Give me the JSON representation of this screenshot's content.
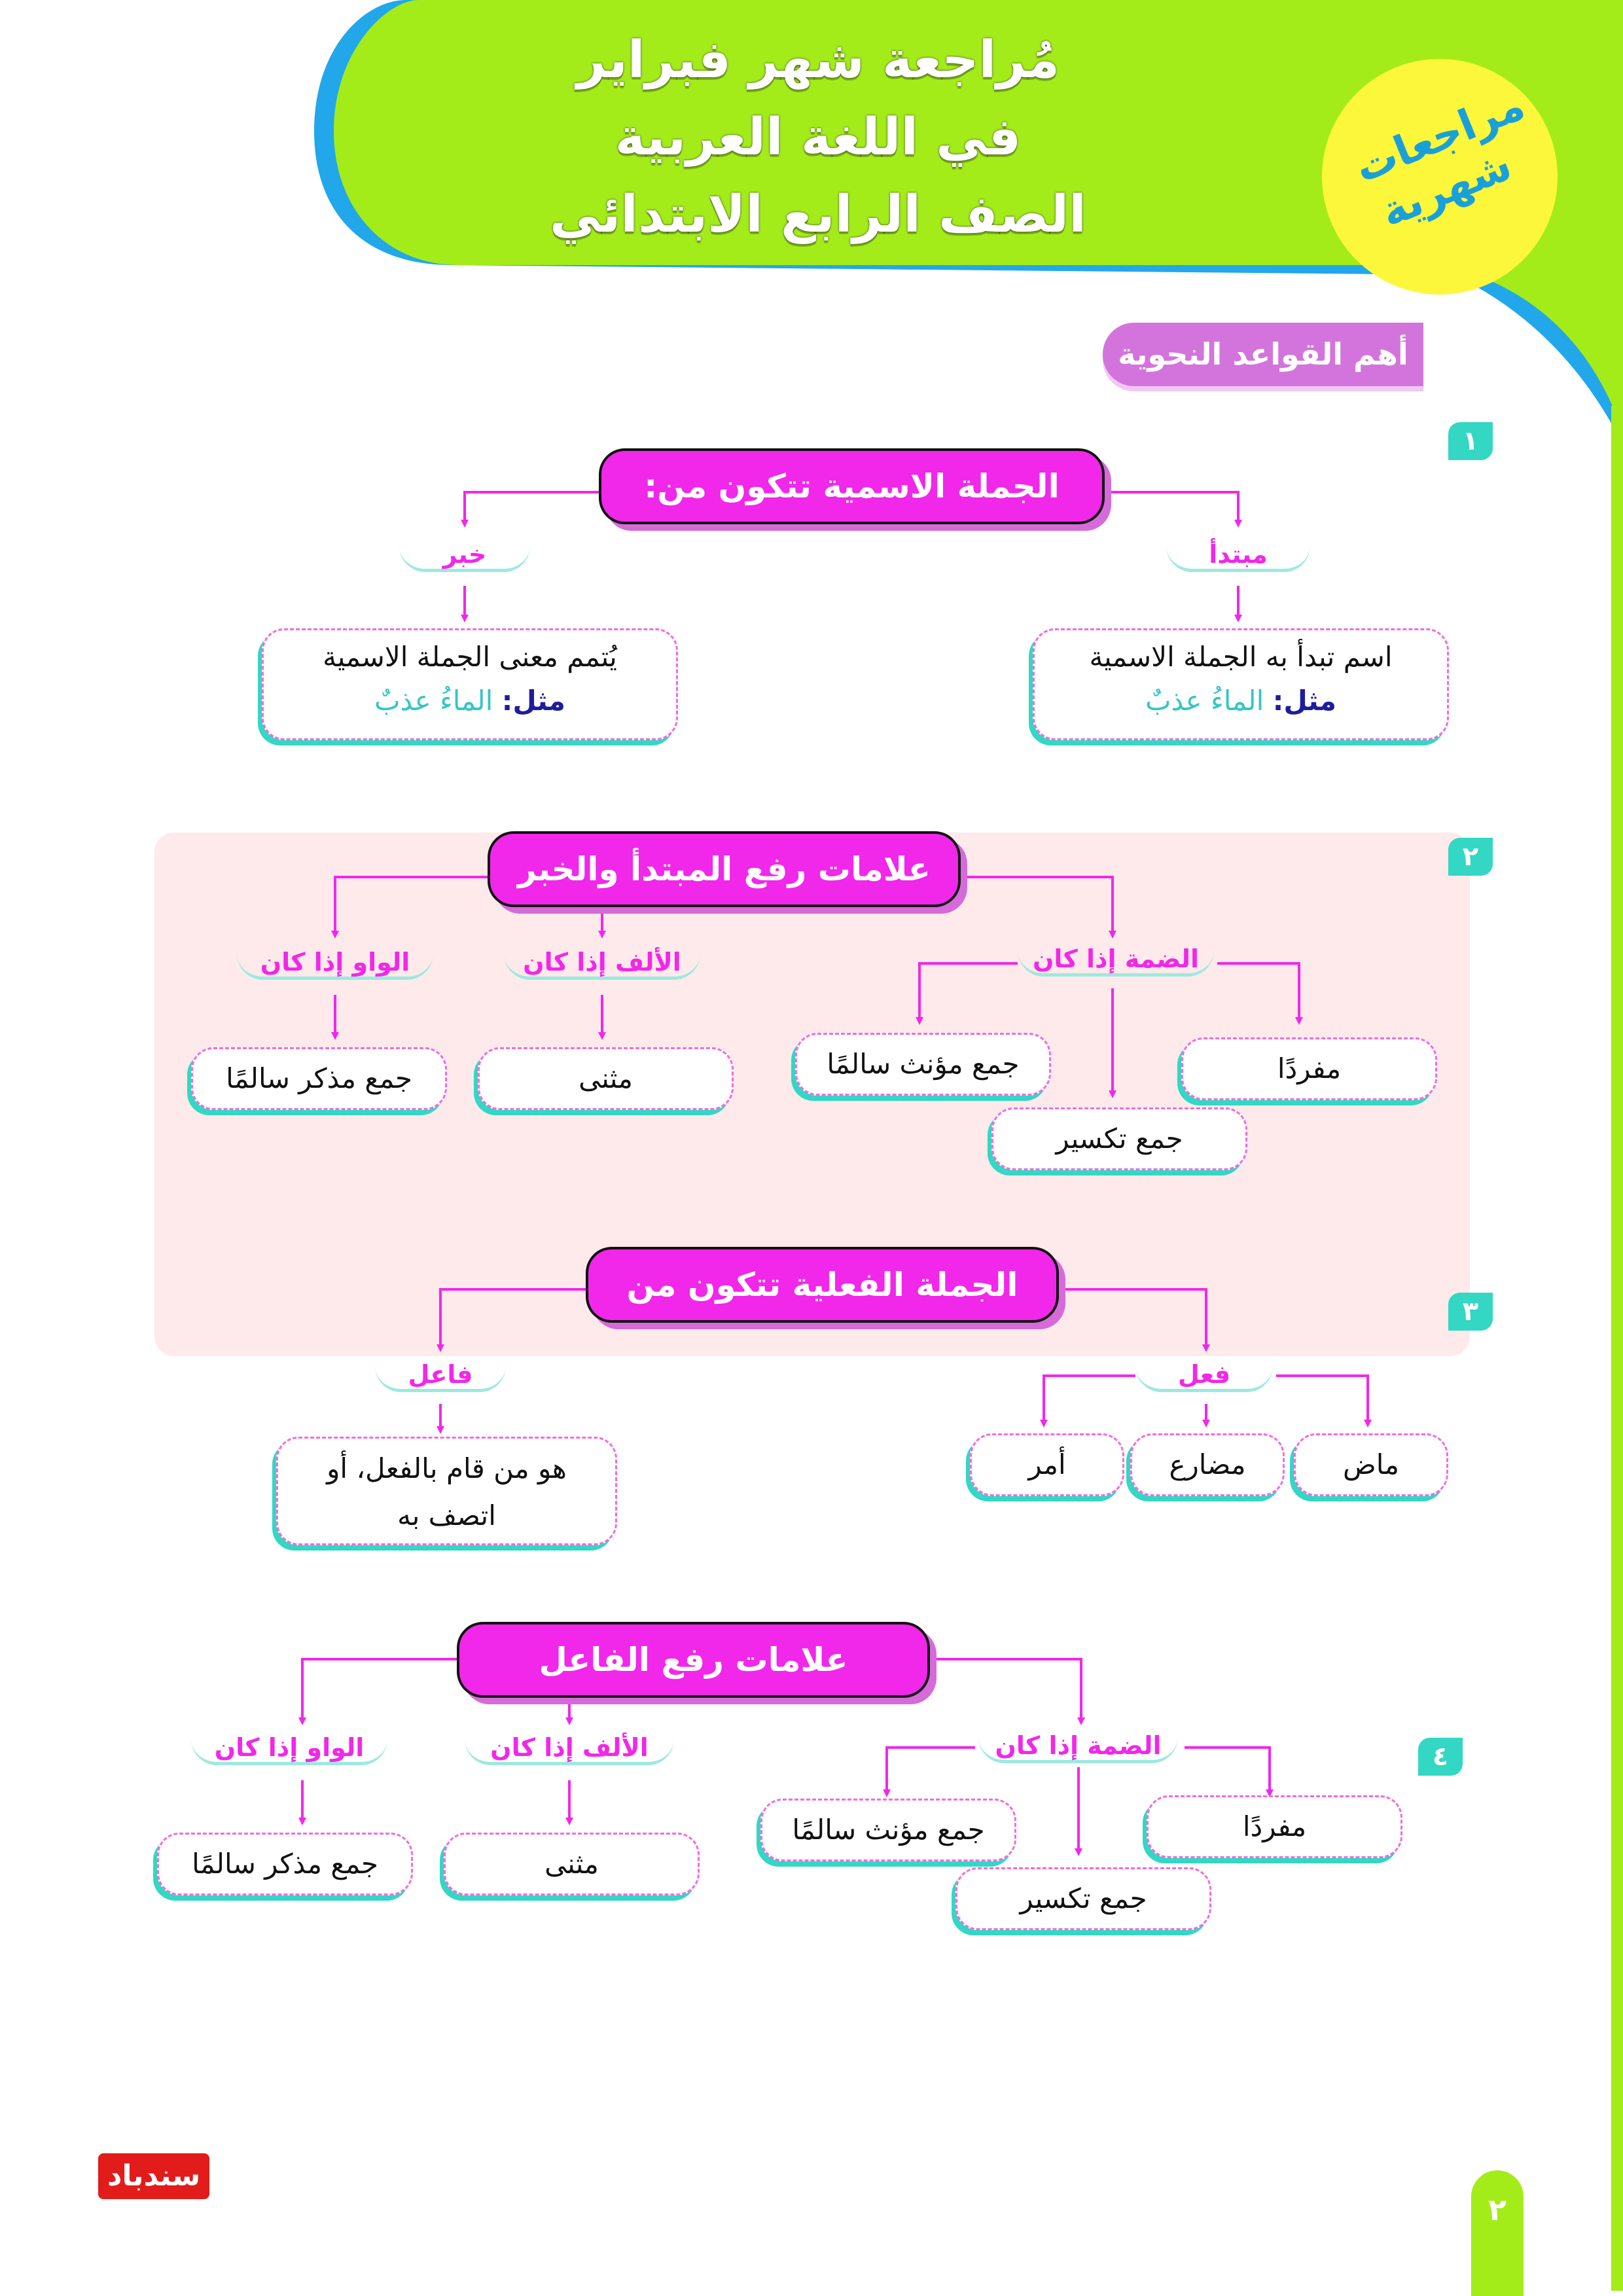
{
  "header": {
    "title_lines": [
      "مُراجعة شهر فبراير",
      "في اللغة العربية",
      "الصف الرابع الابتدائي"
    ],
    "badge_lines": [
      "مراجعات",
      "شهرية"
    ]
  },
  "section_label": "أهم القواعد النحوية",
  "colors": {
    "green": "#a3ec1a",
    "blue": "#22a7ea",
    "pink": "#f127ea",
    "teal": "#33d7c4",
    "purple": "#d374dc"
  },
  "sections": [
    {
      "number": "١",
      "headline": "الجملة الاسمية تتكون من:",
      "left_label": "خبر",
      "right_label": "مبتدأ",
      "left_box": {
        "text": "يُتمم معنى الجملة الاسمية",
        "example_label": "مثل:",
        "example": "الماءُ عذبٌ"
      },
      "right_box": {
        "text": "اسم تبدأ به الجملة الاسمية",
        "example_label": "مثل:",
        "example": "الماءُ عذبٌ"
      }
    },
    {
      "number": "٢",
      "headline": "علامات رفع المبتدأ والخبر",
      "labels": [
        "الواو إذا كان",
        "الألف إذا كان",
        "الضمة إذا كان"
      ],
      "boxes": {
        "waw": "جمع مذكر سالمًا",
        "alif": "مثنى",
        "fem": "جمع مؤنث سالمًا",
        "sing": "مفردًا",
        "broken": "جمع تكسير"
      }
    },
    {
      "number": "٣",
      "headline": "الجملة الفعلية تتكون من",
      "left_label": "فاعل",
      "right_label": "فعل",
      "fael_box": [
        "هو من قام بالفعل، أو",
        "اتصف به"
      ],
      "verbs": [
        "أمر",
        "مضارع",
        "ماض"
      ]
    },
    {
      "number": "٤",
      "headline": "علامات رفع الفاعل",
      "labels": [
        "الواو إذا كان",
        "الألف إذا كان",
        "الضمة إذا كان"
      ],
      "boxes": {
        "waw": "جمع مذكر سالمًا",
        "alif": "مثنى",
        "fem": "جمع مؤنث سالمًا",
        "sing": "مفردًا",
        "broken": "جمع تكسير"
      }
    }
  ],
  "footer": {
    "logo": "سندباد",
    "page_number": "٢"
  }
}
